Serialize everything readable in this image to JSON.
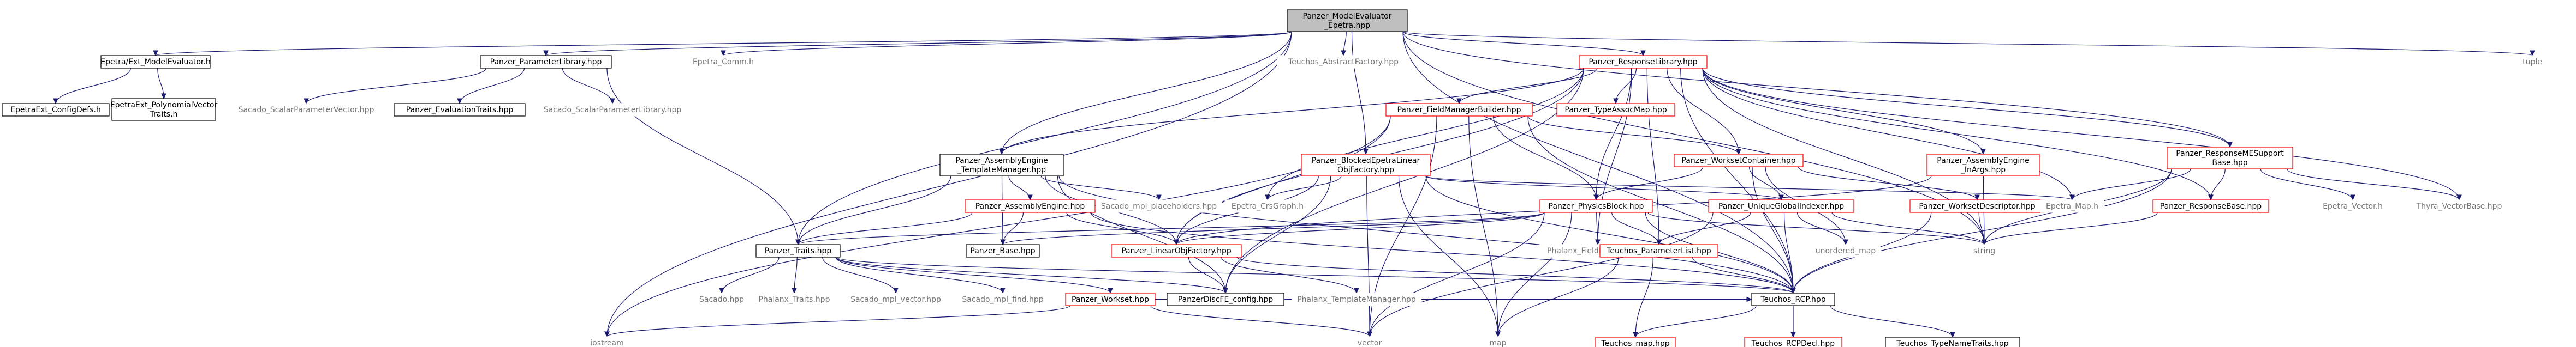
{
  "graph": {
    "nodes": [
      {
        "id": "root",
        "lines": [
          "Panzer_ModelEvaluator",
          "_Epetra.hpp"
        ],
        "kind": "root"
      },
      {
        "id": "epmodeleval",
        "lines": [
          "Epetra/Ext_ModelEvaluator.h"
        ],
        "kind": "black"
      },
      {
        "id": "epconfigdefs",
        "lines": [
          "EpetraExt_ConfigDefs.h"
        ],
        "kind": "black"
      },
      {
        "id": "eppolyvec",
        "lines": [
          "EpetraExt_PolynomialVector",
          "Traits.h"
        ],
        "kind": "black"
      },
      {
        "id": "paramlib",
        "lines": [
          "Panzer_ParameterLibrary.hpp"
        ],
        "kind": "black"
      },
      {
        "id": "sacparamvec",
        "lines": [
          "Sacado_ScalarParameterVector.hpp"
        ],
        "kind": "gray"
      },
      {
        "id": "evaltraits",
        "lines": [
          "Panzer_EvaluationTraits.hpp"
        ],
        "kind": "black"
      },
      {
        "id": "sacparamlib",
        "lines": [
          "Sacado_ScalarParameterLibrary.hpp"
        ],
        "kind": "gray"
      },
      {
        "id": "epcomm",
        "lines": [
          "Epetra_Comm.h"
        ],
        "kind": "gray"
      },
      {
        "id": "abstractfactory",
        "lines": [
          "Teuchos_AbstractFactory.hpp"
        ],
        "kind": "gray"
      },
      {
        "id": "resplib",
        "lines": [
          "Panzer_ResponseLibrary.hpp"
        ],
        "kind": "red"
      },
      {
        "id": "tuple",
        "lines": [
          "tuple"
        ],
        "kind": "gray"
      },
      {
        "id": "fmb",
        "lines": [
          "Panzer_FieldManagerBuilder.hpp"
        ],
        "kind": "red"
      },
      {
        "id": "typeassocmap",
        "lines": [
          "Panzer_TypeAssocMap.hpp"
        ],
        "kind": "red"
      },
      {
        "id": "respmesupport",
        "lines": [
          "Panzer_ResponseMESupport",
          "Base.hpp"
        ],
        "kind": "red"
      },
      {
        "id": "asmengtm",
        "lines": [
          "Panzer_AssemblyEngine",
          "_TemplateManager.hpp"
        ],
        "kind": "black"
      },
      {
        "id": "blockedlof",
        "lines": [
          "Panzer_BlockedEpetraLinear",
          "ObjFactory.hpp"
        ],
        "kind": "red"
      },
      {
        "id": "wscontainer",
        "lines": [
          "Panzer_WorksetContainer.hpp"
        ],
        "kind": "red"
      },
      {
        "id": "asmenginargs",
        "lines": [
          "Panzer_AssemblyEngine",
          "_InArgs.hpp"
        ],
        "kind": "red"
      },
      {
        "id": "asmengine",
        "lines": [
          "Panzer_AssemblyEngine.hpp"
        ],
        "kind": "red"
      },
      {
        "id": "mplplaceholders",
        "lines": [
          "Sacado_mpl_placeholders.hpp"
        ],
        "kind": "gray"
      },
      {
        "id": "crsgraph",
        "lines": [
          "Epetra_CrsGraph.h"
        ],
        "kind": "gray"
      },
      {
        "id": "physblock",
        "lines": [
          "Panzer_PhysicsBlock.hpp"
        ],
        "kind": "red"
      },
      {
        "id": "ugi",
        "lines": [
          "Panzer_UniqueGlobalIndexer.hpp"
        ],
        "kind": "red"
      },
      {
        "id": "wsdescriptor",
        "lines": [
          "Panzer_WorksetDescriptor.hpp"
        ],
        "kind": "red"
      },
      {
        "id": "respbase",
        "lines": [
          "Panzer_ResponseBase.hpp"
        ],
        "kind": "red"
      },
      {
        "id": "epmap",
        "lines": [
          "Epetra_Map.h"
        ],
        "kind": "gray"
      },
      {
        "id": "epvector",
        "lines": [
          "Epetra_Vector.h"
        ],
        "kind": "gray"
      },
      {
        "id": "thyravecbase",
        "lines": [
          "Thyra_VectorBase.hpp"
        ],
        "kind": "gray"
      },
      {
        "id": "traits",
        "lines": [
          "Panzer_Traits.hpp"
        ],
        "kind": "black"
      },
      {
        "id": "base",
        "lines": [
          "Panzer_Base.hpp"
        ],
        "kind": "black"
      },
      {
        "id": "lof",
        "lines": [
          "Panzer_LinearObjFactory.hpp"
        ],
        "kind": "red"
      },
      {
        "id": "phalanxfm",
        "lines": [
          "Phalanx_FieldManager.hpp"
        ],
        "kind": "gray"
      },
      {
        "id": "paramlist",
        "lines": [
          "Teuchos_ParameterList.hpp"
        ],
        "kind": "red"
      },
      {
        "id": "unorderedmap",
        "lines": [
          "unordered_map"
        ],
        "kind": "gray"
      },
      {
        "id": "string",
        "lines": [
          "string"
        ],
        "kind": "gray"
      },
      {
        "id": "sacado",
        "lines": [
          "Sacado.hpp"
        ],
        "kind": "gray"
      },
      {
        "id": "phalanxtraits",
        "lines": [
          "Phalanx_Traits.hpp"
        ],
        "kind": "gray"
      },
      {
        "id": "mplvector",
        "lines": [
          "Sacado_mpl_vector.hpp"
        ],
        "kind": "gray"
      },
      {
        "id": "mplfind",
        "lines": [
          "Sacado_mpl_find.hpp"
        ],
        "kind": "gray"
      },
      {
        "id": "workset",
        "lines": [
          "Panzer_Workset.hpp"
        ],
        "kind": "red"
      },
      {
        "id": "dofconfig",
        "lines": [
          "PanzerDiscFE_config.hpp"
        ],
        "kind": "black"
      },
      {
        "id": "phalanxtm",
        "lines": [
          "Phalanx_TemplateManager.hpp"
        ],
        "kind": "gray"
      },
      {
        "id": "rcp",
        "lines": [
          "Teuchos_RCP.hpp"
        ],
        "kind": "black"
      },
      {
        "id": "iostream",
        "lines": [
          "iostream"
        ],
        "kind": "gray"
      },
      {
        "id": "vector",
        "lines": [
          "vector"
        ],
        "kind": "gray"
      },
      {
        "id": "map",
        "lines": [
          "map"
        ],
        "kind": "gray"
      },
      {
        "id": "teuchosmap",
        "lines": [
          "Teuchos_map.hpp"
        ],
        "kind": "red"
      },
      {
        "id": "rcpdecl",
        "lines": [
          "Teuchos_RCPDecl.hpp"
        ],
        "kind": "red"
      },
      {
        "id": "typenametraits",
        "lines": [
          "Teuchos_TypeNameTraits.hpp"
        ],
        "kind": "black"
      }
    ],
    "edges": [
      [
        "root",
        "epmodeleval"
      ],
      [
        "root",
        "paramlib"
      ],
      [
        "root",
        "epcomm"
      ],
      [
        "root",
        "abstractfactory"
      ],
      [
        "root",
        "resplib"
      ],
      [
        "root",
        "tuple"
      ],
      [
        "root",
        "asmengtm"
      ],
      [
        "root",
        "blockedlof"
      ],
      [
        "root",
        "respmesupport"
      ],
      [
        "root",
        "traits"
      ],
      [
        "root",
        "string"
      ],
      [
        "root",
        "iostream"
      ],
      [
        "root",
        "rcp"
      ],
      [
        "epmodeleval",
        "epconfigdefs"
      ],
      [
        "epmodeleval",
        "eppolyvec"
      ],
      [
        "paramlib",
        "sacparamvec"
      ],
      [
        "paramlib",
        "evaltraits"
      ],
      [
        "paramlib",
        "sacparamlib"
      ],
      [
        "paramlib",
        "traits"
      ],
      [
        "resplib",
        "fmb"
      ],
      [
        "resplib",
        "typeassocmap"
      ],
      [
        "resplib",
        "respmesupport"
      ],
      [
        "resplib",
        "asmengtm"
      ],
      [
        "resplib",
        "wscontainer"
      ],
      [
        "resplib",
        "asmenginargs"
      ],
      [
        "resplib",
        "physblock"
      ],
      [
        "resplib",
        "respbase"
      ],
      [
        "resplib",
        "epmap"
      ],
      [
        "resplib",
        "thyravecbase"
      ],
      [
        "resplib",
        "lof"
      ],
      [
        "resplib",
        "paramlist"
      ],
      [
        "resplib",
        "phalanxfm"
      ],
      [
        "resplib",
        "string"
      ],
      [
        "resplib",
        "rcp"
      ],
      [
        "resplib",
        "dofconfig"
      ],
      [
        "resplib",
        "crsgraph"
      ],
      [
        "fmb",
        "wscontainer"
      ],
      [
        "fmb",
        "lof"
      ],
      [
        "fmb",
        "physblock"
      ],
      [
        "fmb",
        "rcp"
      ],
      [
        "fmb",
        "map"
      ],
      [
        "fmb",
        "iostream"
      ],
      [
        "fmb",
        "vector"
      ],
      [
        "respmesupport",
        "respbase"
      ],
      [
        "respmesupport",
        "epmap"
      ],
      [
        "respmesupport",
        "epvector"
      ],
      [
        "respmesupport",
        "thyravecbase"
      ],
      [
        "respmesupport",
        "string"
      ],
      [
        "respmesupport",
        "rcp"
      ],
      [
        "asmengtm",
        "asmengine"
      ],
      [
        "asmengtm",
        "mplplaceholders"
      ],
      [
        "asmengtm",
        "traits"
      ],
      [
        "asmengtm",
        "base"
      ],
      [
        "asmengtm",
        "lof"
      ],
      [
        "asmengtm",
        "dofconfig"
      ],
      [
        "asmengtm",
        "rcp"
      ],
      [
        "blockedlof",
        "crsgraph"
      ],
      [
        "blockedlof",
        "ugi"
      ],
      [
        "blockedlof",
        "lof"
      ],
      [
        "blockedlof",
        "epmap"
      ],
      [
        "blockedlof",
        "rcp"
      ],
      [
        "blockedlof",
        "map"
      ],
      [
        "blockedlof",
        "vector"
      ],
      [
        "blockedlof",
        "dofconfig"
      ],
      [
        "wscontainer",
        "wsdescriptor"
      ],
      [
        "wscontainer",
        "physblock"
      ],
      [
        "wscontainer",
        "ugi"
      ],
      [
        "wscontainer",
        "rcp"
      ],
      [
        "wscontainer",
        "unorderedmap"
      ],
      [
        "asmenginargs",
        "lof"
      ],
      [
        "asmenginargs",
        "string"
      ],
      [
        "asmengine",
        "base"
      ],
      [
        "asmengine",
        "traits"
      ],
      [
        "asmengine",
        "lof"
      ],
      [
        "asmengine",
        "rcp"
      ],
      [
        "physblock",
        "traits"
      ],
      [
        "physblock",
        "paramlist"
      ],
      [
        "physblock",
        "lof"
      ],
      [
        "physblock",
        "base"
      ],
      [
        "physblock",
        "string"
      ],
      [
        "physblock",
        "rcp"
      ],
      [
        "physblock",
        "vector"
      ],
      [
        "physblock",
        "map"
      ],
      [
        "physblock",
        "phalanxfm"
      ],
      [
        "ugi",
        "string"
      ],
      [
        "ugi",
        "unorderedmap"
      ],
      [
        "ugi",
        "rcp"
      ],
      [
        "ugi",
        "vector"
      ],
      [
        "ugi",
        "paramlist"
      ],
      [
        "wsdescriptor",
        "string"
      ],
      [
        "wsdescriptor",
        "rcp"
      ],
      [
        "respbase",
        "string"
      ],
      [
        "traits",
        "sacado"
      ],
      [
        "traits",
        "phalanxtraits"
      ],
      [
        "traits",
        "mplvector"
      ],
      [
        "traits",
        "mplfind"
      ],
      [
        "traits",
        "workset"
      ],
      [
        "traits",
        "dofconfig"
      ],
      [
        "traits",
        "rcp"
      ],
      [
        "lof",
        "phalanxtm"
      ],
      [
        "lof",
        "dofconfig"
      ],
      [
        "lof",
        "rcp"
      ],
      [
        "workset",
        "vector"
      ],
      [
        "workset",
        "iostream"
      ],
      [
        "workset",
        "rcp"
      ],
      [
        "paramlist",
        "teuchosmap"
      ],
      [
        "paramlist",
        "map"
      ],
      [
        "paramlist",
        "rcp"
      ],
      [
        "rcp",
        "teuchosmap"
      ],
      [
        "rcp",
        "rcpdecl"
      ],
      [
        "rcp",
        "typenametraits"
      ]
    ]
  }
}
